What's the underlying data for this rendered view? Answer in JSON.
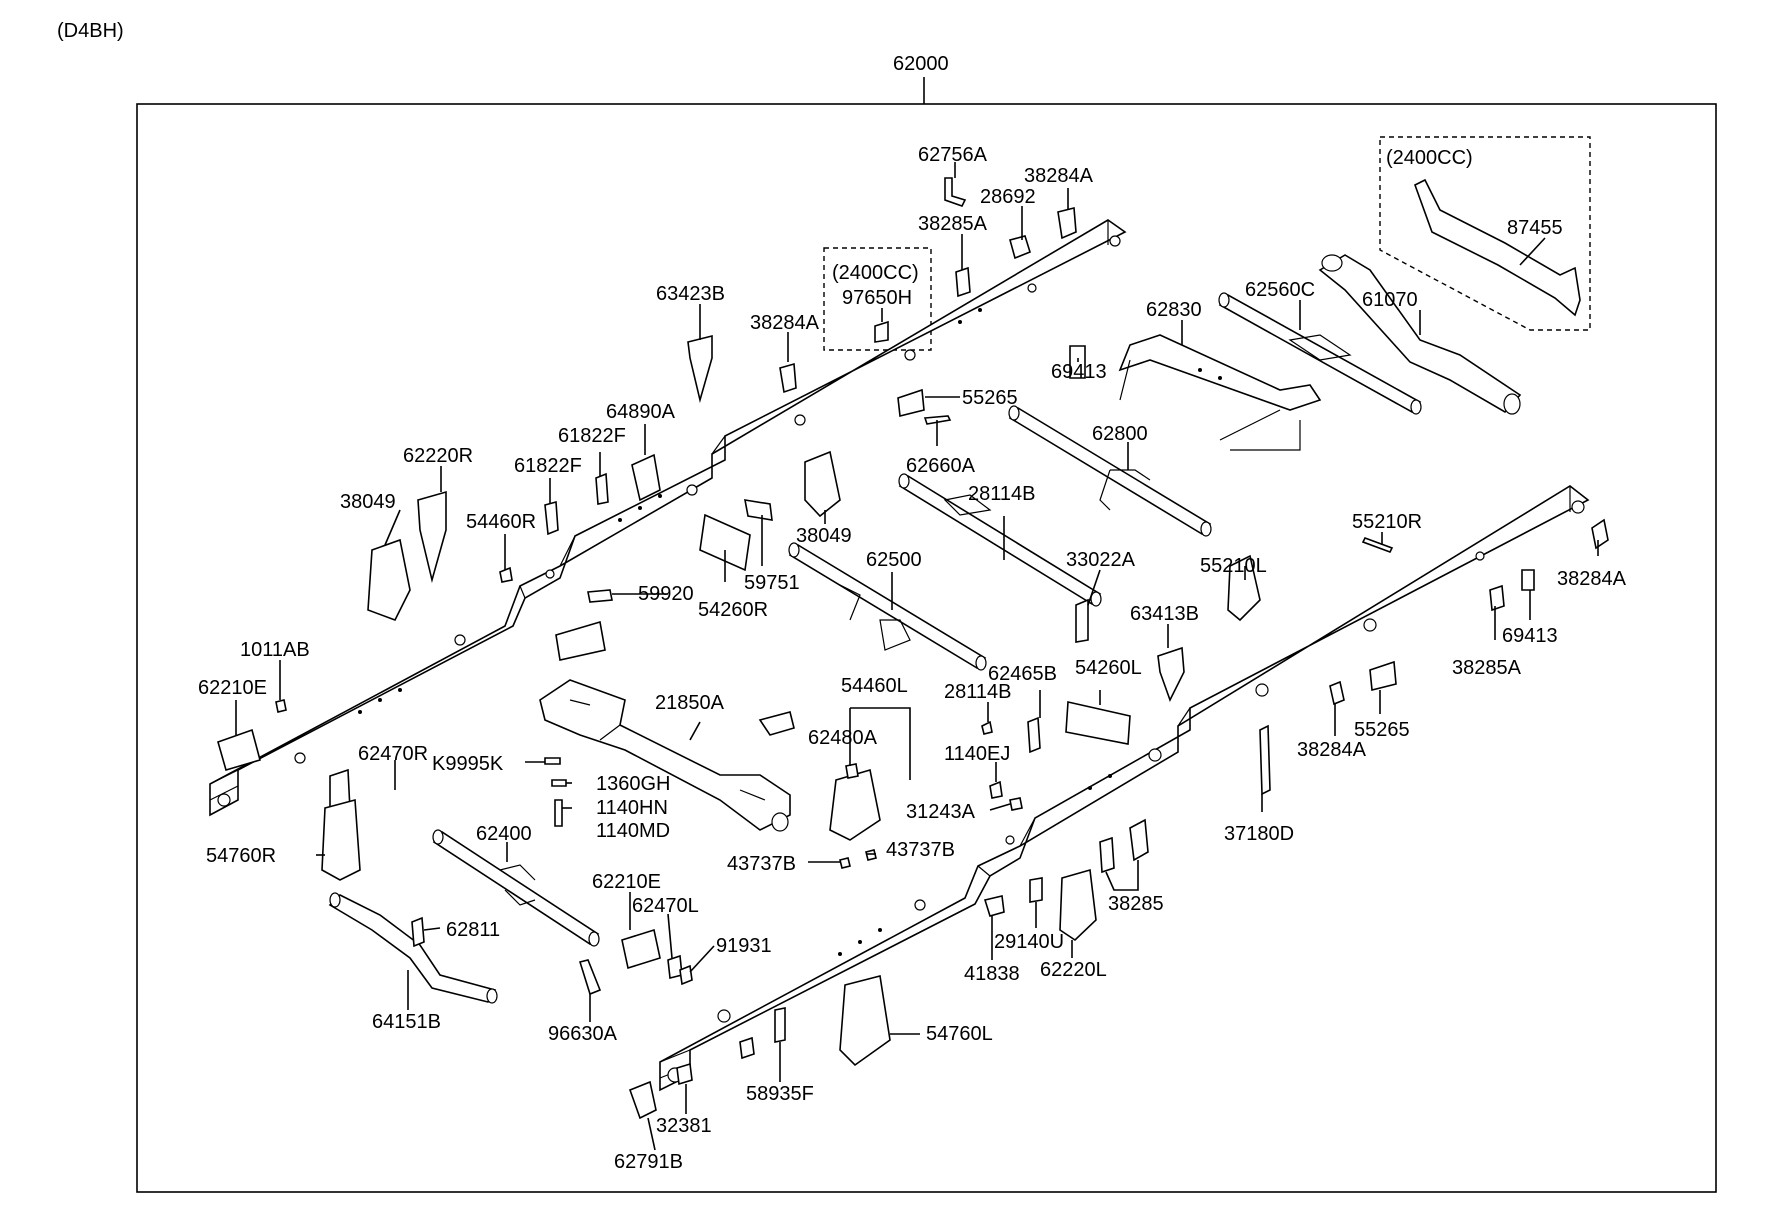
{
  "header": {
    "model_code": "(D4BH)"
  },
  "diagram": {
    "assembly_label": "62000",
    "option_labels": [
      "(2400CC)",
      "(2400CC)"
    ],
    "callouts": [
      {
        "id": "c1",
        "text": "62756A"
      },
      {
        "id": "c2",
        "text": "28692"
      },
      {
        "id": "c3",
        "text": "38284A"
      },
      {
        "id": "c4",
        "text": "38285A"
      },
      {
        "id": "c5",
        "text": "97650H"
      },
      {
        "id": "c6",
        "text": "87455"
      },
      {
        "id": "c7",
        "text": "63423B"
      },
      {
        "id": "c8",
        "text": "38284A"
      },
      {
        "id": "c9",
        "text": "62830"
      },
      {
        "id": "c10",
        "text": "62560C"
      },
      {
        "id": "c11",
        "text": "61070"
      },
      {
        "id": "c12",
        "text": "69413"
      },
      {
        "id": "c13",
        "text": "64890A"
      },
      {
        "id": "c14",
        "text": "55265"
      },
      {
        "id": "c15",
        "text": "61822F"
      },
      {
        "id": "c16",
        "text": "62220R"
      },
      {
        "id": "c17",
        "text": "61822F"
      },
      {
        "id": "c18",
        "text": "62800"
      },
      {
        "id": "c19",
        "text": "38049"
      },
      {
        "id": "c20",
        "text": "54460R"
      },
      {
        "id": "c21",
        "text": "28114B"
      },
      {
        "id": "c22",
        "text": "62660A"
      },
      {
        "id": "c23",
        "text": "38049"
      },
      {
        "id": "c24",
        "text": "55210R"
      },
      {
        "id": "c25",
        "text": "38284A"
      },
      {
        "id": "c26",
        "text": "62500"
      },
      {
        "id": "c27",
        "text": "33022A"
      },
      {
        "id": "c28",
        "text": "55210L"
      },
      {
        "id": "c29",
        "text": "59751"
      },
      {
        "id": "c30",
        "text": "59920"
      },
      {
        "id": "c31",
        "text": "54260R"
      },
      {
        "id": "c32",
        "text": "63413B"
      },
      {
        "id": "c33",
        "text": "69413"
      },
      {
        "id": "c34",
        "text": "1011AB"
      },
      {
        "id": "c35",
        "text": "38285A"
      },
      {
        "id": "c36",
        "text": "62210E"
      },
      {
        "id": "c37",
        "text": "21850A"
      },
      {
        "id": "c38",
        "text": "54460L"
      },
      {
        "id": "c39",
        "text": "62465B"
      },
      {
        "id": "c40",
        "text": "54260L"
      },
      {
        "id": "c41",
        "text": "28114B"
      },
      {
        "id": "c42",
        "text": "62480A"
      },
      {
        "id": "c43",
        "text": "55265"
      },
      {
        "id": "c44",
        "text": "62470R"
      },
      {
        "id": "c45",
        "text": "K9995K"
      },
      {
        "id": "c46",
        "text": "1140EJ"
      },
      {
        "id": "c47",
        "text": "38284A"
      },
      {
        "id": "c48",
        "text": "1360GH"
      },
      {
        "id": "c49",
        "text": "1140HN"
      },
      {
        "id": "c50",
        "text": "1140MD"
      },
      {
        "id": "c51",
        "text": "31243A"
      },
      {
        "id": "c52",
        "text": "37180D"
      },
      {
        "id": "c53",
        "text": "62400"
      },
      {
        "id": "c54",
        "text": "54760R"
      },
      {
        "id": "c55",
        "text": "43737B"
      },
      {
        "id": "c56",
        "text": "43737B"
      },
      {
        "id": "c57",
        "text": "62210E"
      },
      {
        "id": "c58",
        "text": "38285"
      },
      {
        "id": "c59",
        "text": "62470L"
      },
      {
        "id": "c60",
        "text": "62811"
      },
      {
        "id": "c61",
        "text": "91931"
      },
      {
        "id": "c62",
        "text": "29140U"
      },
      {
        "id": "c63",
        "text": "41838"
      },
      {
        "id": "c64",
        "text": "62220L"
      },
      {
        "id": "c65",
        "text": "64151B"
      },
      {
        "id": "c66",
        "text": "96630A"
      },
      {
        "id": "c67",
        "text": "54760L"
      },
      {
        "id": "c68",
        "text": "58935F"
      },
      {
        "id": "c69",
        "text": "32381"
      },
      {
        "id": "c70",
        "text": "62791B"
      }
    ]
  }
}
